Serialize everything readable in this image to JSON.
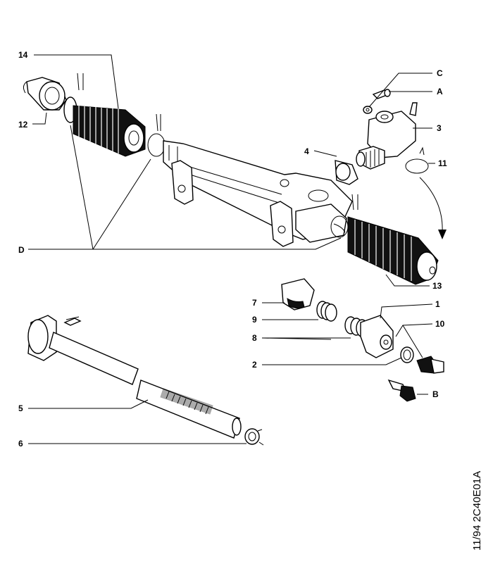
{
  "labels": {
    "l14": "14",
    "l12": "12",
    "lD": "D",
    "lC": "C",
    "lA": "A",
    "l3": "3",
    "l4": "4",
    "l11": "11",
    "l13": "13",
    "l7": "7",
    "l1": "1",
    "l9": "9",
    "l10": "10",
    "l8": "8",
    "l2": "2",
    "lB": "B",
    "l5": "5",
    "l6": "6"
  },
  "reference": "11/94 2C40E01A"
}
